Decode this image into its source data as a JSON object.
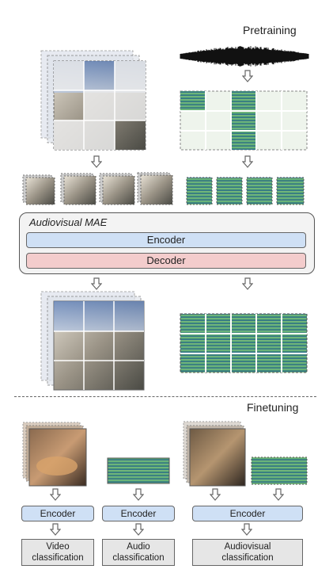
{
  "sections": {
    "pretraining": "Pretraining",
    "finetuning": "Finetuning"
  },
  "model": {
    "title": "Audiovisual MAE",
    "encoder": "Encoder",
    "decoder": "Decoder"
  },
  "finetune": {
    "encoder_label": "Encoder",
    "tasks": [
      {
        "label": "Video\nclassification"
      },
      {
        "label": "Audio\nclassification"
      },
      {
        "label": "Audiovisual\nclassification"
      }
    ]
  },
  "colors": {
    "encoder": "#cfe0f5",
    "decoder": "#f3cccc",
    "spectrogram_dark": "#2a6a86",
    "spectrogram_light": "#9ed26a",
    "classifier": "#e6e6e6"
  }
}
